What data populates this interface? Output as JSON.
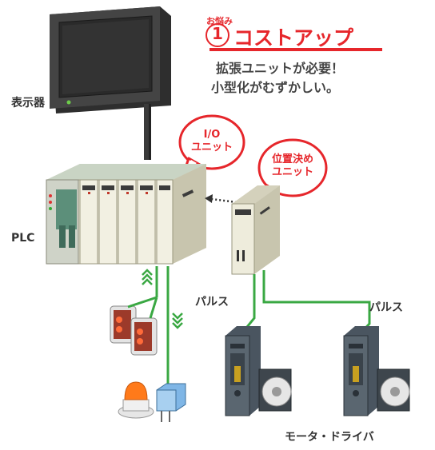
{
  "callout": {
    "ruby": "お悩み",
    "number": "1",
    "title": "コストアップ",
    "line1": "拡張ユニットが必要！",
    "line2": "小型化がむずかしい。"
  },
  "labels": {
    "display": "表示器",
    "plc": "PLC",
    "io_line1": "I/O",
    "io_line2": "ユニット",
    "pos_line1": "位置決め",
    "pos_line2": "ユニット",
    "pulse_left": "パルス",
    "pulse_right": "パルス",
    "motor_driver": "モータ・ドライバ"
  },
  "colors": {
    "accent_red": "#e6262b",
    "signal_green": "#3aa843",
    "plc_body": "#e8e6d4",
    "display_frame": "#3b3b3b"
  }
}
